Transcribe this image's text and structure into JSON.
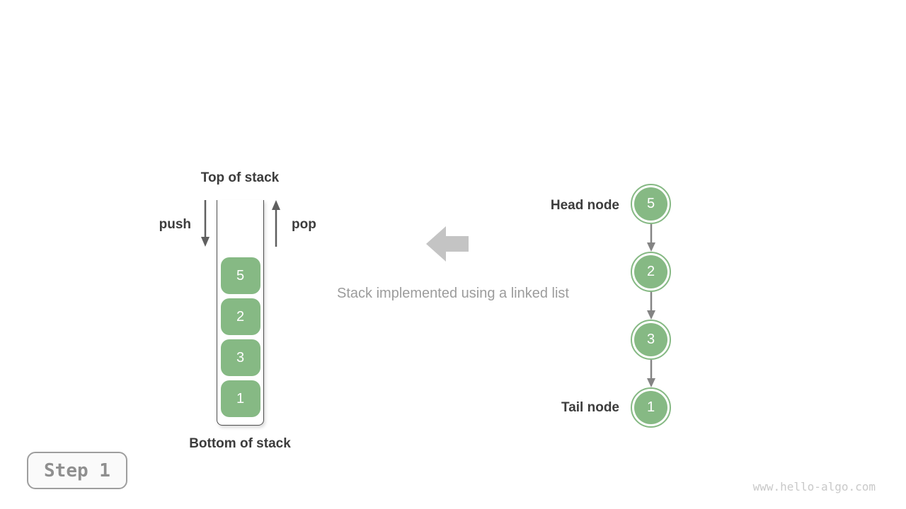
{
  "colors": {
    "node_green": "#86b984",
    "label_dark": "#3c3c3c",
    "push_pop_arrow": "#5f5f5f",
    "link_arrow": "#848484",
    "big_arrow": "#c4c4c4",
    "caption_gray": "#9c9c9c",
    "step_text": "#8f8f8f",
    "watermark_gray": "#c9c9c9"
  },
  "stack": {
    "top_label": "Top of stack",
    "bottom_label": "Bottom of stack",
    "push_label": "push",
    "pop_label": "pop",
    "values": [
      "5",
      "2",
      "3",
      "1"
    ]
  },
  "caption": "Stack implemented using a linked list",
  "linked_list": {
    "head_label": "Head node",
    "tail_label": "Tail node",
    "values": [
      "5",
      "2",
      "3",
      "1"
    ]
  },
  "step_badge": {
    "label": "Step 1"
  },
  "watermark": "www.hello-algo.com"
}
